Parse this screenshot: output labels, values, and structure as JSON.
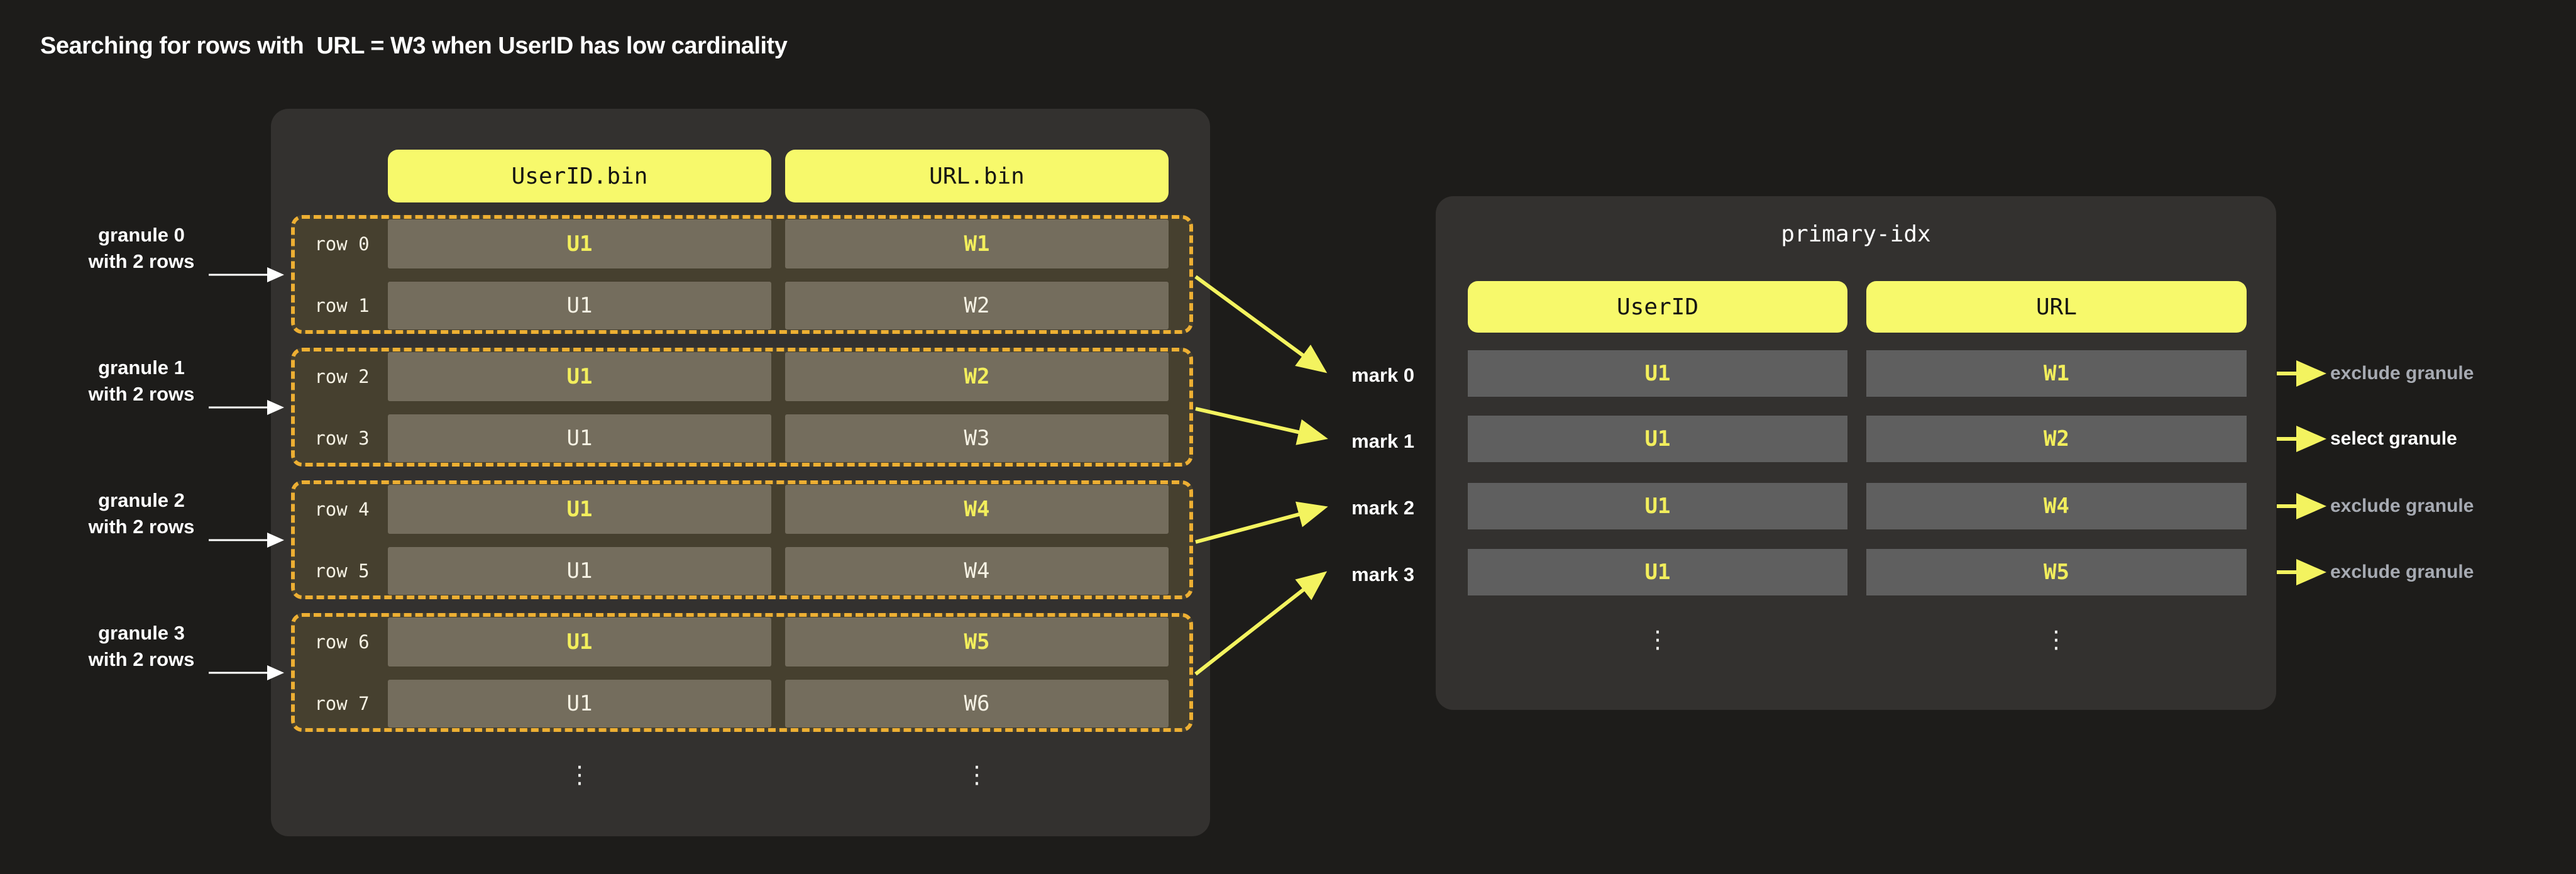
{
  "title": "Searching for rows with  URL = W3 when UserID has low cardinality",
  "left_panel": {
    "columns": [
      "UserID.bin",
      "URL.bin"
    ],
    "granules": [
      {
        "label_line1": "granule 0",
        "label_line2": "with 2 rows",
        "rows": [
          {
            "name": "row 0",
            "user_id": "U1",
            "url": "W1",
            "highlight": true
          },
          {
            "name": "row 1",
            "user_id": "U1",
            "url": "W2",
            "highlight": false
          }
        ]
      },
      {
        "label_line1": "granule 1",
        "label_line2": "with 2 rows",
        "rows": [
          {
            "name": "row 2",
            "user_id": "U1",
            "url": "W2",
            "highlight": true
          },
          {
            "name": "row 3",
            "user_id": "U1",
            "url": "W3",
            "highlight": false
          }
        ]
      },
      {
        "label_line1": "granule 2",
        "label_line2": "with 2 rows",
        "rows": [
          {
            "name": "row 4",
            "user_id": "U1",
            "url": "W4",
            "highlight": true
          },
          {
            "name": "row 5",
            "user_id": "U1",
            "url": "W4",
            "highlight": false
          }
        ]
      },
      {
        "label_line1": "granule 3",
        "label_line2": "with 2 rows",
        "rows": [
          {
            "name": "row 6",
            "user_id": "U1",
            "url": "W5",
            "highlight": true
          },
          {
            "name": "row 7",
            "user_id": "U1",
            "url": "W6",
            "highlight": false
          }
        ]
      }
    ],
    "ellipsis": "⋮"
  },
  "marks": [
    "mark 0",
    "mark 1",
    "mark 2",
    "mark 3"
  ],
  "right_panel": {
    "title": "primary-idx",
    "columns": [
      "UserID",
      "URL"
    ],
    "rows": [
      {
        "user_id": "U1",
        "url": "W1",
        "action": "exclude granule",
        "selected": false
      },
      {
        "user_id": "U1",
        "url": "W2",
        "action": "select granule",
        "selected": true
      },
      {
        "user_id": "U1",
        "url": "W4",
        "action": "exclude granule",
        "selected": false
      },
      {
        "user_id": "U1",
        "url": "W5",
        "action": "exclude granule",
        "selected": false
      }
    ],
    "ellipsis": "⋮"
  },
  "colors": {
    "background": "#1d1c1a",
    "panel": "#33312f",
    "pill_yellow": "#f7f96b",
    "granule_bg": "#46402f",
    "granule_border": "#edaf33",
    "left_cell_bg": "#746d5d",
    "right_cell_bg": "#5f5f5f",
    "highlight_text": "#f2ee5c",
    "normal_text": "#f6f2e4",
    "arrow_yellow": "#f3f35f",
    "arrow_white": "#ffffff",
    "label_gray": "#a6aab2"
  }
}
